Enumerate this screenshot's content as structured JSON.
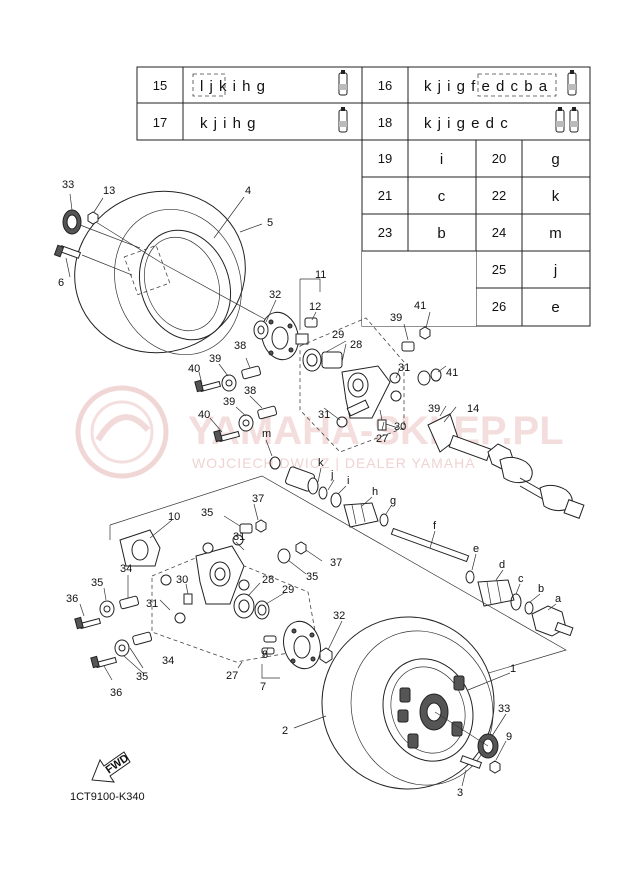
{
  "table": {
    "rows": [
      {
        "num": "15",
        "seq": "l j k i h g"
      },
      {
        "num": "16",
        "seq": "k j i g f e d c b a"
      },
      {
        "num": "17",
        "seq": "k j i h g"
      },
      {
        "num": "18",
        "seq": "k j i g e d c"
      }
    ],
    "pairs": [
      {
        "num": "19",
        "letter": "i"
      },
      {
        "num": "20",
        "letter": "g"
      },
      {
        "num": "21",
        "letter": "c"
      },
      {
        "num": "22",
        "letter": "k"
      },
      {
        "num": "23",
        "letter": "b"
      },
      {
        "num": "24",
        "letter": "m"
      },
      {
        "num": "25",
        "letter": "j"
      },
      {
        "num": "26",
        "letter": "e"
      }
    ]
  },
  "watermark": {
    "title": "YAMAHA-SKLEP.PL",
    "subtitle": "WOJCIECH DWICZ | DEALER YAMAHA"
  },
  "labels": {
    "p1": "1",
    "p2": "2",
    "p3": "3",
    "p4": "4",
    "p5": "5",
    "p6": "6",
    "p7": "7",
    "p8": "8",
    "p9": "9",
    "p10": "10",
    "p11": "11",
    "p12": "12",
    "p13": "13",
    "p14": "14",
    "p27a": "27",
    "p27b": "27",
    "p28a": "28",
    "p28b": "28",
    "p29a": "29",
    "p29b": "29",
    "p30a": "30",
    "p30b": "30",
    "p31a": "31",
    "p31b": "31",
    "p31c": "31",
    "p31d": "31",
    "p32a": "32",
    "p32b": "32",
    "p33a": "33",
    "p33b": "33",
    "p34a": "34",
    "p34b": "34",
    "p35a": "35",
    "p35b": "35",
    "p35c": "35",
    "p35d": "35",
    "p36a": "36",
    "p36b": "36",
    "p37a": "37",
    "p37b": "37",
    "p38a": "38",
    "p38b": "38",
    "p39a": "39",
    "p39b": "39",
    "p39c": "39",
    "p39d": "39",
    "p40a": "40",
    "p40b": "40",
    "p41a": "41",
    "p41b": "41",
    "la": "a",
    "lb": "b",
    "lc": "c",
    "ld": "d",
    "le": "e",
    "lf": "f",
    "lg": "g",
    "lh": "h",
    "li": "i",
    "lj": "j",
    "lk": "k",
    "lm": "m"
  },
  "fwd_label": "FWD",
  "diagram_code": "1CT9100-K340"
}
